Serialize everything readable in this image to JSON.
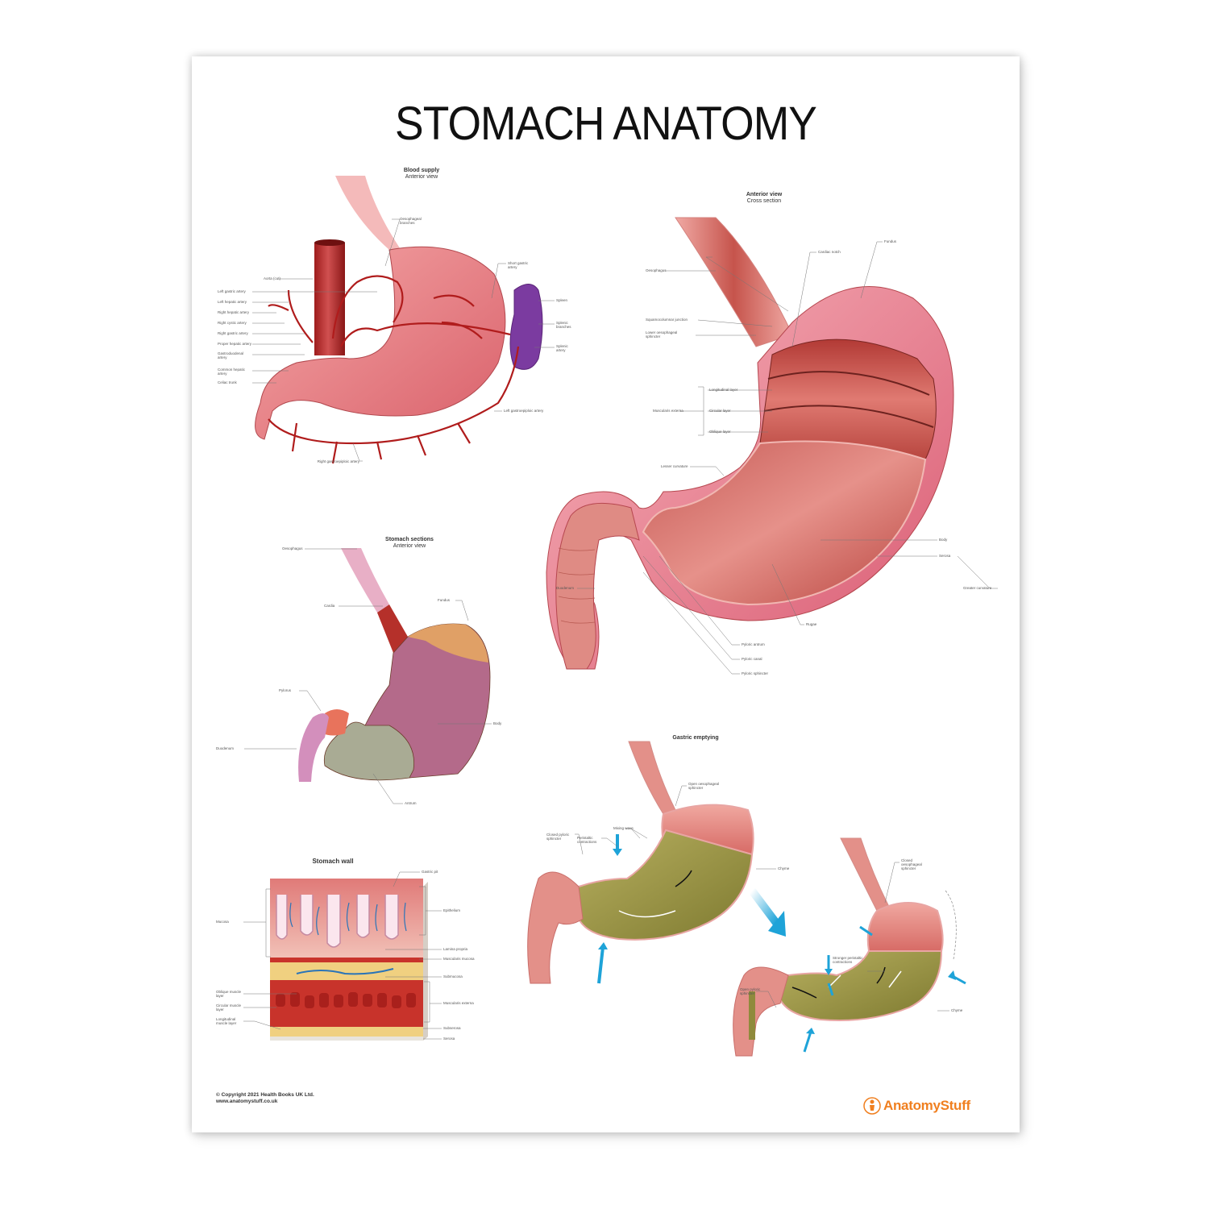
{
  "poster": {
    "title": "STOMACH ANATOMY",
    "footer": {
      "copyright": "© Copyright 2021 Health Books UK Ltd.",
      "website": "www.anatomystuff.co.uk"
    },
    "brand": {
      "name": "AnatomyStuff",
      "color": "#f07f1f"
    }
  },
  "panels": {
    "blood_supply": {
      "title": "Blood supply",
      "subtitle": "Anterior view",
      "labels_left": [
        "Aorta (cut)",
        "Left gastric artery",
        "Left hepatic artery",
        "Right hepatic artery",
        "Right cystic artery",
        "Right gastric artery",
        "Proper hepatic artery",
        "Gastroduodenal artery",
        "Common hepatic artery",
        "Celiac trunk"
      ],
      "labels_right": [
        "Oesophageal branches",
        "Short gastric artery",
        "Spleen",
        "Splenic branches",
        "Splenic artery",
        "Left gastroepiploic artery"
      ],
      "labels_bottom": [
        "Right gastroepiploic artery"
      ]
    },
    "cross_section": {
      "title": "Anterior view",
      "subtitle": "Cross section",
      "labels_left": [
        "Oesophagus",
        "Squamocolumnar junction",
        "Lower oesophageal sphincter",
        "Muscularis externa",
        "Lesser curvature",
        "Duodenum"
      ],
      "muscle_layers": [
        "Longitudinal layer",
        "Circular layer",
        "Oblique layer"
      ],
      "labels_top": [
        "Cardiac notch",
        "Fundus"
      ],
      "labels_right": [
        "Body",
        "Serosa",
        "Greater curvature",
        "Rugae"
      ],
      "labels_bottom": [
        "Pyloric antrum",
        "Pyloric canal",
        "Pyloric sphincter"
      ]
    },
    "sections": {
      "title": "Stomach sections",
      "subtitle": "Anterior view",
      "labels": [
        "Oesophagus",
        "Cardia",
        "Fundus",
        "Pylorus",
        "Duodenum",
        "Body",
        "Antrum"
      ],
      "colors": {
        "fundus": "#e0a066",
        "cardia": "#b5302a",
        "body": "#b46a8a",
        "antrum": "#a9ab94",
        "pylorus": "#e8735c",
        "duodenum": "#d38fbc",
        "oesophagus": "#e5a6c0"
      }
    },
    "wall": {
      "title": "Stomach wall",
      "labels_left": [
        "Mucosa",
        "Oblique muscle layer",
        "Circular muscle layer",
        "Longitudinal muscle layer"
      ],
      "labels_right": [
        "Gastric pit",
        "Epithelium",
        "Lamina propria",
        "Muscularis mucosa",
        "Submucosa",
        "Muscularis externa",
        "Subserosa",
        "Serosa"
      ]
    },
    "emptying": {
      "title": "Gastric emptying",
      "labels_first": [
        "Open oesophageal sphincter",
        "Mixing wave",
        "Peristaltic contractions",
        "Closed pyloric sphincter",
        "Chyme"
      ],
      "labels_second": [
        "Closed oesophageal sphincter",
        "Open pyloric sphincter",
        "Stronger peristaltic contractions",
        "Chyme"
      ],
      "arrow_color": "#1ea3d8",
      "chyme_color": "#8f8a3c"
    }
  }
}
